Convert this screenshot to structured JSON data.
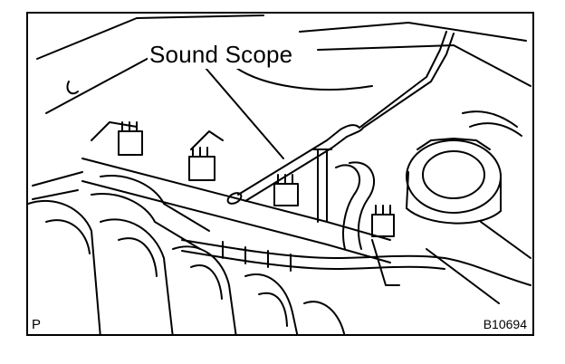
{
  "callout_label": "Sound Scope",
  "corner_left_code": "P",
  "corner_right_code": "B10694"
}
